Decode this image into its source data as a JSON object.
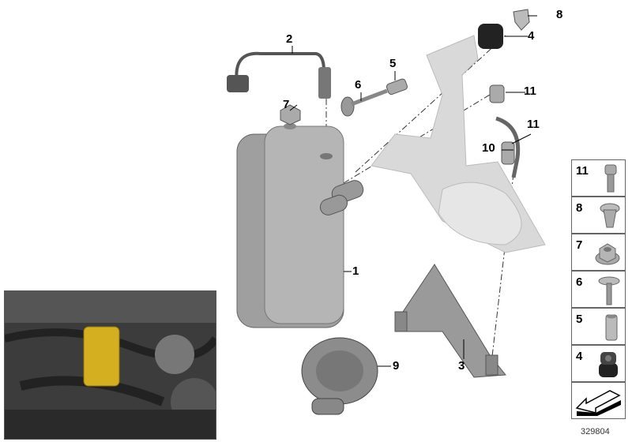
{
  "diagram_ref": "329804",
  "callouts": [
    {
      "id": "c2",
      "label": "2"
    },
    {
      "id": "c8",
      "label": "8"
    },
    {
      "id": "c4",
      "label": "4"
    },
    {
      "id": "c5",
      "label": "5"
    },
    {
      "id": "c6",
      "label": "6"
    },
    {
      "id": "c11a",
      "label": "11"
    },
    {
      "id": "c7",
      "label": "7"
    },
    {
      "id": "c11b",
      "label": "11"
    },
    {
      "id": "c10",
      "label": "10"
    },
    {
      "id": "c1",
      "label": "1"
    },
    {
      "id": "c9",
      "label": "9"
    },
    {
      "id": "c3",
      "label": "3"
    }
  ],
  "legend": [
    {
      "label": "11",
      "icon": "bolt-icon"
    },
    {
      "label": "8",
      "icon": "clip-nut-icon"
    },
    {
      "label": "7",
      "icon": "hex-nut-icon"
    },
    {
      "label": "6",
      "icon": "washer-bolt-icon"
    },
    {
      "label": "5",
      "icon": "sleeve-icon"
    },
    {
      "label": "4",
      "icon": "rubber-mount-icon"
    }
  ],
  "colors": {
    "part": "#a9a9a9",
    "bracket": "#d6d6d6",
    "highlight": "#d4b020"
  }
}
